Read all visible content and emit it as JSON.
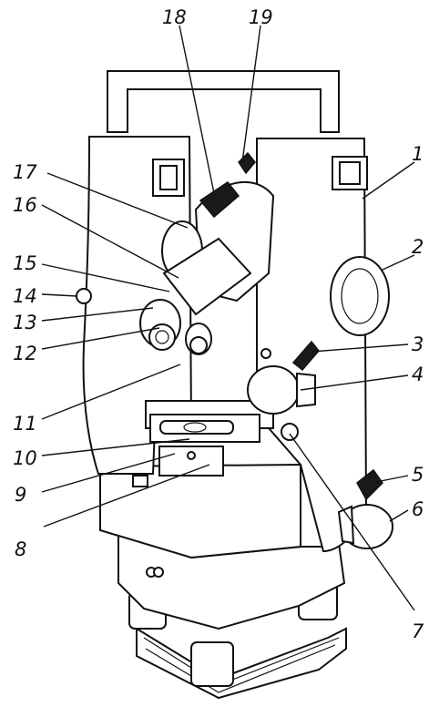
{
  "figure": {
    "subject": "theodolite",
    "ink_color": "#111111",
    "background_color": "#ffffff",
    "callouts": [
      {
        "id": "1",
        "text": "1"
      },
      {
        "id": "2",
        "text": "2"
      },
      {
        "id": "3",
        "text": "3"
      },
      {
        "id": "4",
        "text": "4"
      },
      {
        "id": "5",
        "text": "5"
      },
      {
        "id": "6",
        "text": "6"
      },
      {
        "id": "7",
        "text": "7"
      },
      {
        "id": "8",
        "text": "8"
      },
      {
        "id": "9",
        "text": "9"
      },
      {
        "id": "10",
        "text": "10"
      },
      {
        "id": "11",
        "text": "11"
      },
      {
        "id": "12",
        "text": "12"
      },
      {
        "id": "13",
        "text": "13"
      },
      {
        "id": "14",
        "text": "14"
      },
      {
        "id": "15",
        "text": "15"
      },
      {
        "id": "16",
        "text": "16"
      },
      {
        "id": "17",
        "text": "17"
      },
      {
        "id": "18",
        "text": "18"
      },
      {
        "id": "19",
        "text": "19"
      }
    ]
  }
}
